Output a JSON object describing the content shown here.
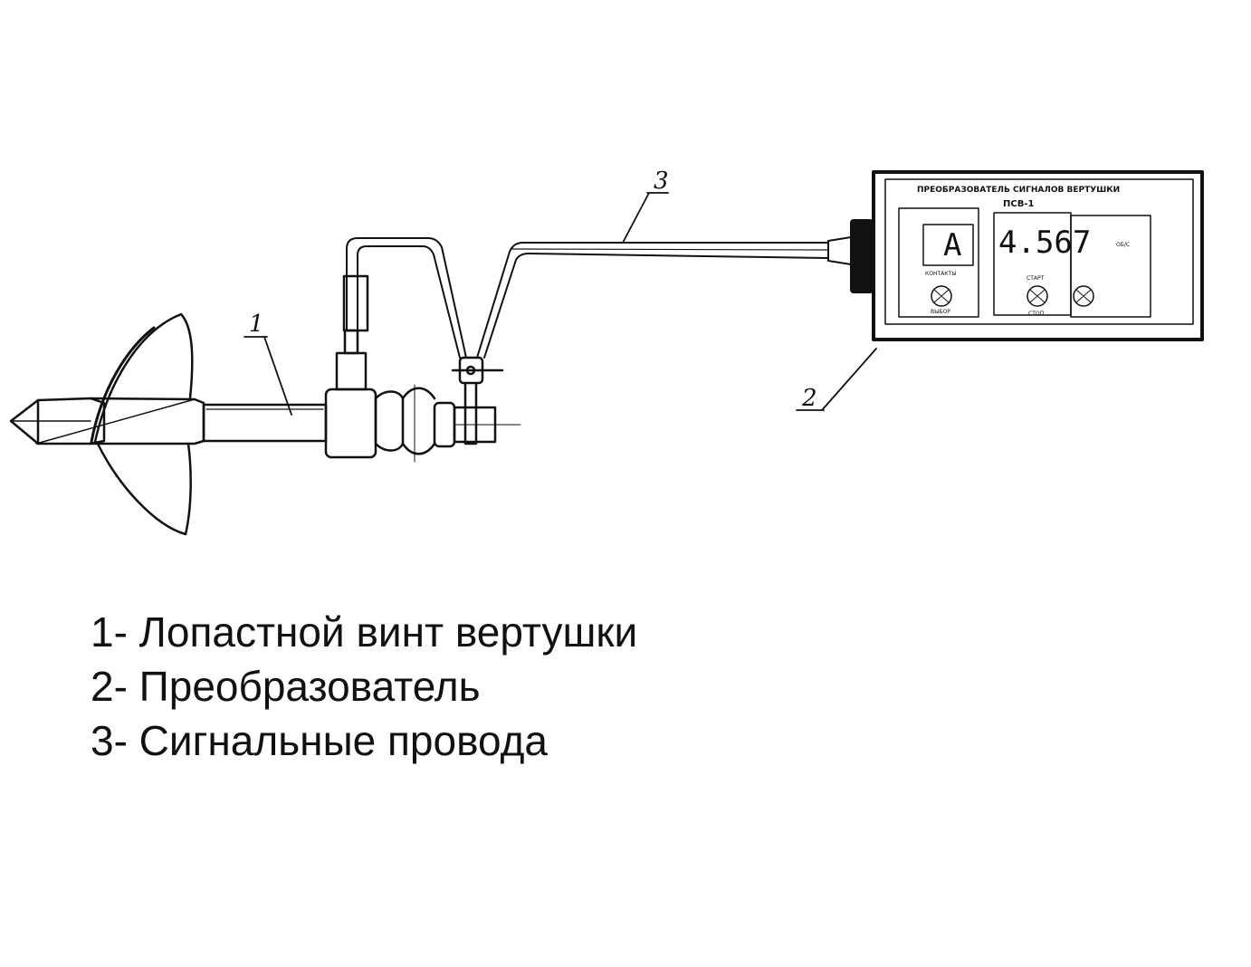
{
  "callouts": {
    "rotor": "1",
    "converter": "2",
    "wires": "3"
  },
  "device": {
    "title": "ПРЕОБРАЗОВАТЕЛЬ СИГНАЛОВ ВЕРТУШКИ",
    "model": "ПСВ-1",
    "display_mode": "А",
    "display_value": "4.567",
    "label_contact": "КОНТАКТЫ",
    "label_start": "СТАРТ",
    "label_stop": "СТОП",
    "label_exit": "ВЫБОР",
    "label_tens": "ОБ/С"
  },
  "legend": [
    "1- Лопастной винт вертушки",
    "2- Преобразователь",
    "3- Сигнальные провода"
  ]
}
